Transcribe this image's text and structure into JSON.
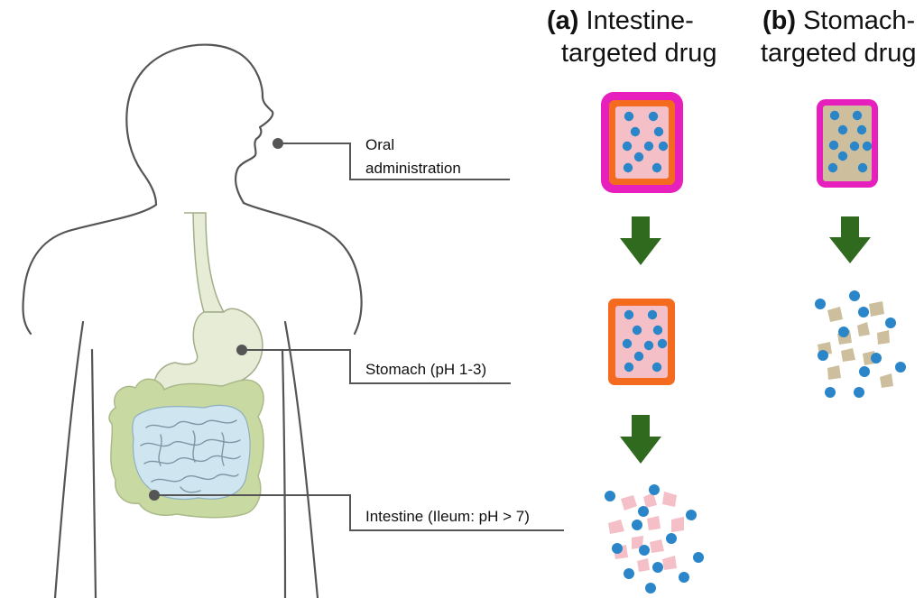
{
  "panels": [
    {
      "letter": "(a)",
      "title_line1": "Intestine-",
      "title_line2": "targeted drug",
      "capsule_colors": {
        "outer_coat": "#e61fbd",
        "inner_coat": "#f46a1e",
        "core": "#f4bfc6"
      }
    },
    {
      "letter": "(b)",
      "title_line1": "Stomach-",
      "title_line2": "targeted drug",
      "capsule_colors": {
        "outer_coat": "#e61fbd",
        "core": "#cdbf9e"
      }
    }
  ],
  "callouts": {
    "oral_line1": "Oral",
    "oral_line2": "administration",
    "stomach": "Stomach (pH 1-3)",
    "intestine": "Intestine (Ileum: pH > 7)"
  },
  "colors": {
    "drug_particle": "#2a86c8",
    "arrow": "#2f6a1f",
    "body_outline": "#555555",
    "stomach_fill": "#e6ecd6",
    "colon_fill": "#c8d9a2",
    "small_intestine_fill": "#cfe6f0"
  },
  "icons": [
    "human-body-silhouette-icon",
    "capsule-icon",
    "down-arrow-icon",
    "drug-particle-icon"
  ]
}
